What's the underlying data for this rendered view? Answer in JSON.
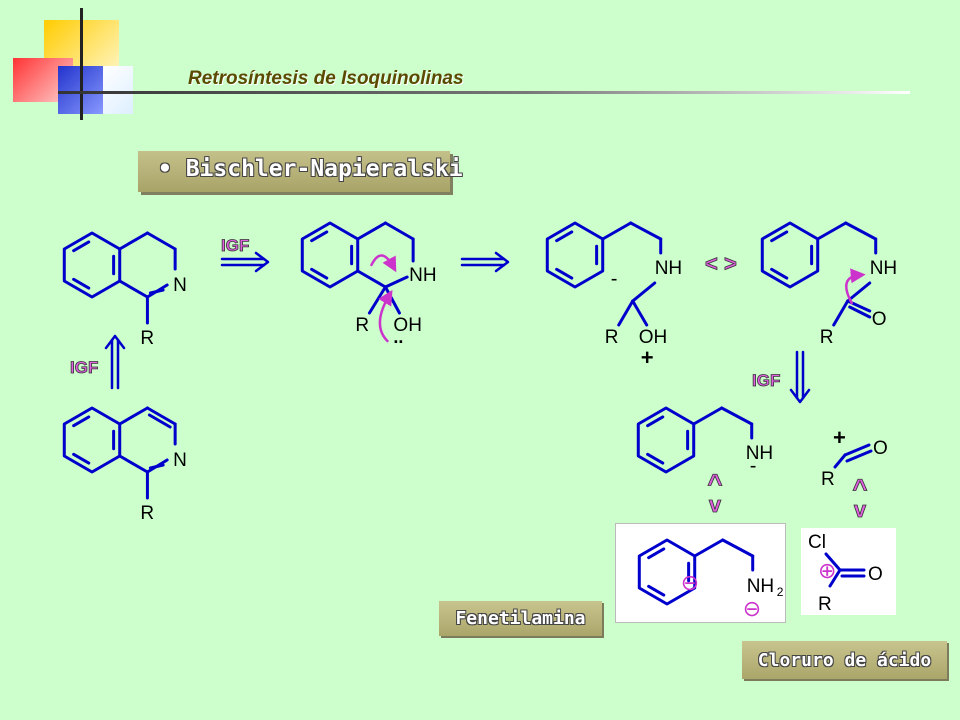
{
  "slide_title": "Retrosíntesis de Isoquinolinas",
  "method_label": "• Bischler-Napieralski",
  "captions": {
    "amine": "Fenetilamina",
    "acid_chloride": "Cloruro de ácido"
  },
  "arrow_labels": {
    "igf": "IGF",
    "resonance": "< >",
    "equivalence": "^ v"
  },
  "atoms": {
    "N": "N",
    "NH": "NH",
    "NH2": "NH",
    "subscript_2": "2",
    "R": "R",
    "OH": "OH",
    "O": "O",
    "Cl": "Cl",
    "plus": "+",
    "minus": "-",
    "lone_pair": "..",
    "circled_plus": "⊕",
    "circled_minus": "⊖"
  },
  "colors": {
    "background": "#ccffcc",
    "accent_magenta": "#cc33cc",
    "bond_blue": "#0000cc",
    "atom_label": "#000000"
  }
}
